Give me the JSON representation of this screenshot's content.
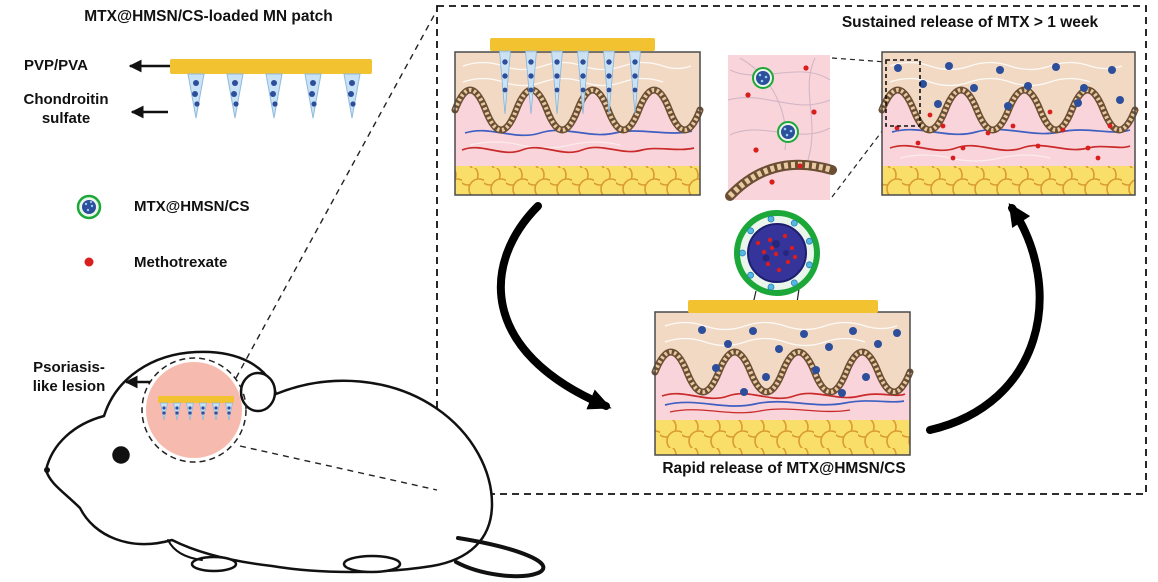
{
  "left_panel": {
    "title": "MTX@HMSN/CS-loaded MN patch",
    "labels": {
      "pvp_pva": "PVP/PVA",
      "chondroitin_line1": "Chondroitin",
      "chondroitin_line2": "sulfate",
      "lesion_line1": "Psoriasis-",
      "lesion_line2": "like lesion"
    },
    "legend": [
      {
        "icon": "nanoparticle-icon",
        "label": "MTX@HMSN/CS"
      },
      {
        "icon": "methotrexate-dot-icon",
        "label": "Methotrexate"
      }
    ]
  },
  "right_panel": {
    "sustained_label": "Sustained release of MTX > 1 week",
    "rapid_label": "Rapid release of MTX@HMSN/CS"
  },
  "colors": {
    "patch_yellow": "#F2C230",
    "needle_blue": "#C9E2F5",
    "np_blue": "#2C4E9B",
    "mtx_red": "#D91E1E",
    "lesion_pink": "#F6BBAE",
    "green_ring": "#1CA838",
    "skin_tan": "#F2D9C4",
    "dermis_pink": "#F9D5DB",
    "fat_yellow": "#FADE6A",
    "fat_outline": "#D99C2E",
    "basal_brown": "#6B4F35"
  }
}
